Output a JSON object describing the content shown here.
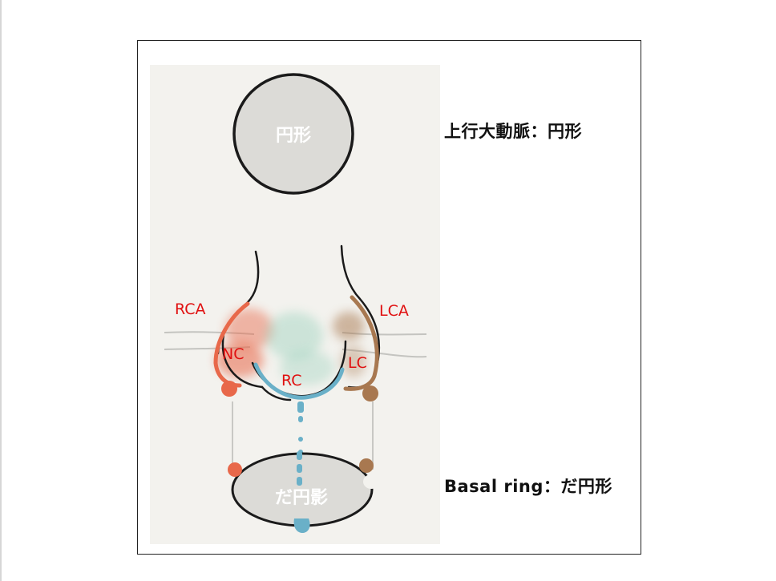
{
  "side_labels": {
    "aorta": "上行大動脈：円形",
    "basal_ring": "Basal ring：だ円形"
  },
  "diagram": {
    "aorta_circle_label": "円形",
    "basal_ring_label": "だ円影",
    "coronary_right": "RCA",
    "coronary_left": "LCA",
    "cusp_noncoronary": "NC",
    "cusp_right": "RC",
    "cusp_left": "LC"
  },
  "colors": {
    "nc_cusp": "#e8684a",
    "rc_cusp": "#6ab0c8",
    "lc_cusp": "#a87850",
    "label_red": "#e01010",
    "circle_fill": "#dcdbd7",
    "outline": "#1a1a1a"
  }
}
